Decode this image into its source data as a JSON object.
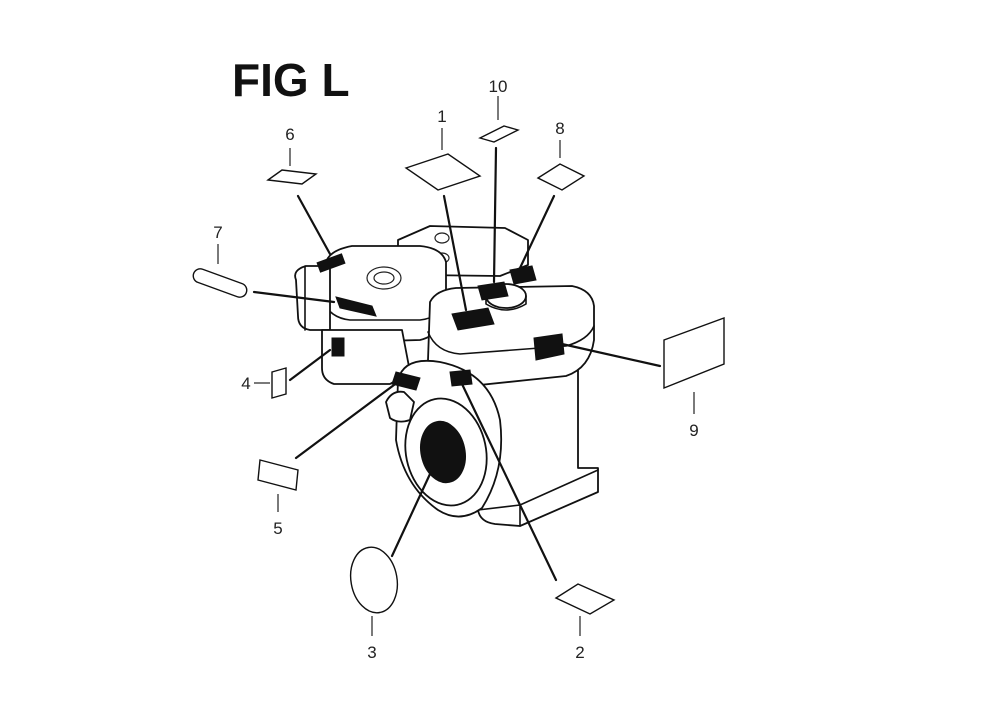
{
  "figure": {
    "title": "FIG L",
    "callouts": [
      {
        "id": "c1",
        "label": "1"
      },
      {
        "id": "c2",
        "label": "2"
      },
      {
        "id": "c3",
        "label": "3"
      },
      {
        "id": "c4",
        "label": "4"
      },
      {
        "id": "c5",
        "label": "5"
      },
      {
        "id": "c6",
        "label": "6"
      },
      {
        "id": "c7",
        "label": "7"
      },
      {
        "id": "c8",
        "label": "8"
      },
      {
        "id": "c9",
        "label": "9"
      },
      {
        "id": "c10",
        "label": "10"
      }
    ]
  }
}
